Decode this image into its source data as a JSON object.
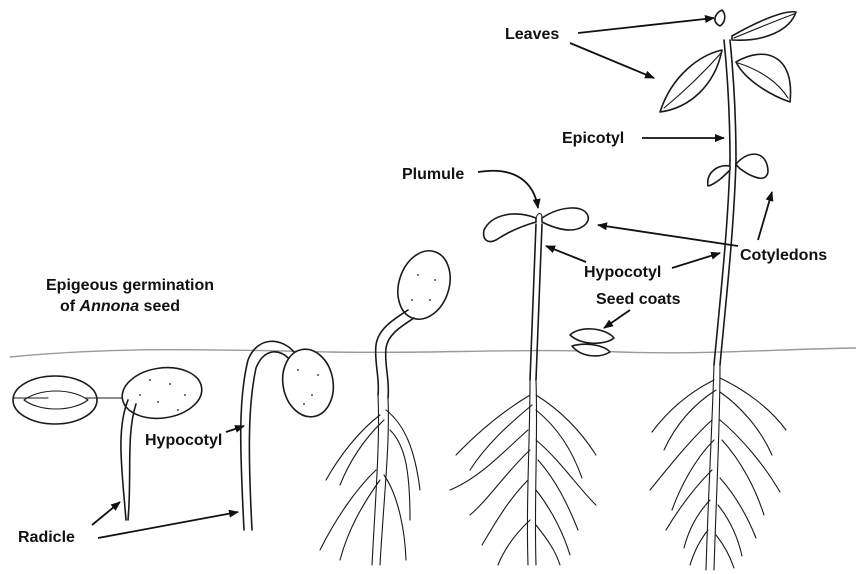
{
  "title": {
    "line1": "Epigeous germination",
    "line2_prefix": "of ",
    "line2_italic": "Annona",
    "line2_suffix": " seed"
  },
  "labels": {
    "leaves": "Leaves",
    "epicotyl": "Epicotyl",
    "plumule": "Plumule",
    "cotyledons": "Cotyledons",
    "hypocotyl_stage4": "Hypocotyl",
    "seed_coats": "Seed coats",
    "hypocotyl_stage2": "Hypocotyl",
    "radicle": "Radicle"
  },
  "colors": {
    "ink": "#1a1a1a",
    "soil_line": "#9a9a9a",
    "background": "#ffffff"
  }
}
